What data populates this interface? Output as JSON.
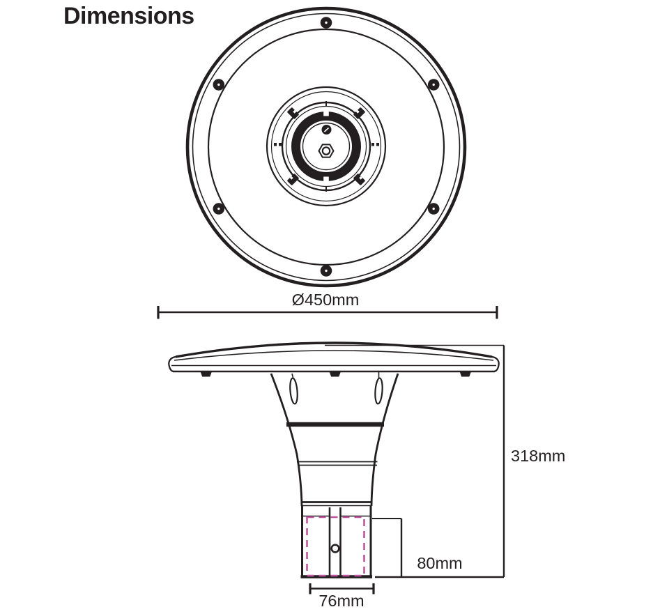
{
  "title": "Dimensions",
  "dimensions": {
    "diameter": "Ø450mm",
    "overall_height": "318mm",
    "pole_entry_depth": "80mm",
    "spigot_width": "76mm"
  },
  "colors": {
    "ink": "#231f20",
    "pole_entry_outline": "#c0549f",
    "background": "#ffffff"
  }
}
